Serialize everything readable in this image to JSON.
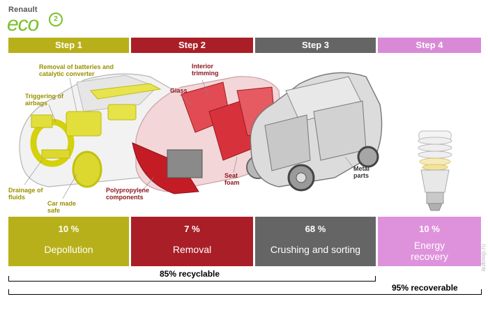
{
  "logo": {
    "brand": "Renault",
    "eco": "eco",
    "superscript": "2"
  },
  "steps": [
    {
      "label": "Step 1",
      "color": "#b8b01a"
    },
    {
      "label": "Step 2",
      "color": "#aa1e27"
    },
    {
      "label": "Step 3",
      "color": "#656565"
    },
    {
      "label": "Step 4",
      "color": "#d98ad6"
    }
  ],
  "stages": [
    {
      "percent": "10 %",
      "name": "Depollution"
    },
    {
      "percent": "7 %",
      "name": "Removal"
    },
    {
      "percent": "68 %",
      "name": "Crushing and sorting"
    },
    {
      "percent": "10 %",
      "name": "Energy recovery"
    }
  ],
  "labels": {
    "batteries": "Removal of batteries and catalytic converter",
    "airbags": "Triggering of airbags",
    "fluids": "Drainage of fluids",
    "safe": "Car made safe",
    "interior": "Interior trimming",
    "glass": "Glass",
    "seat": "Seat foam",
    "polypropylene": "Polypropylene components",
    "metal": "Metal parts"
  },
  "totals": {
    "recyclable": "85% recyclable",
    "recoverable": "95% recoverable"
  },
  "watermark": "autowp.ru"
}
